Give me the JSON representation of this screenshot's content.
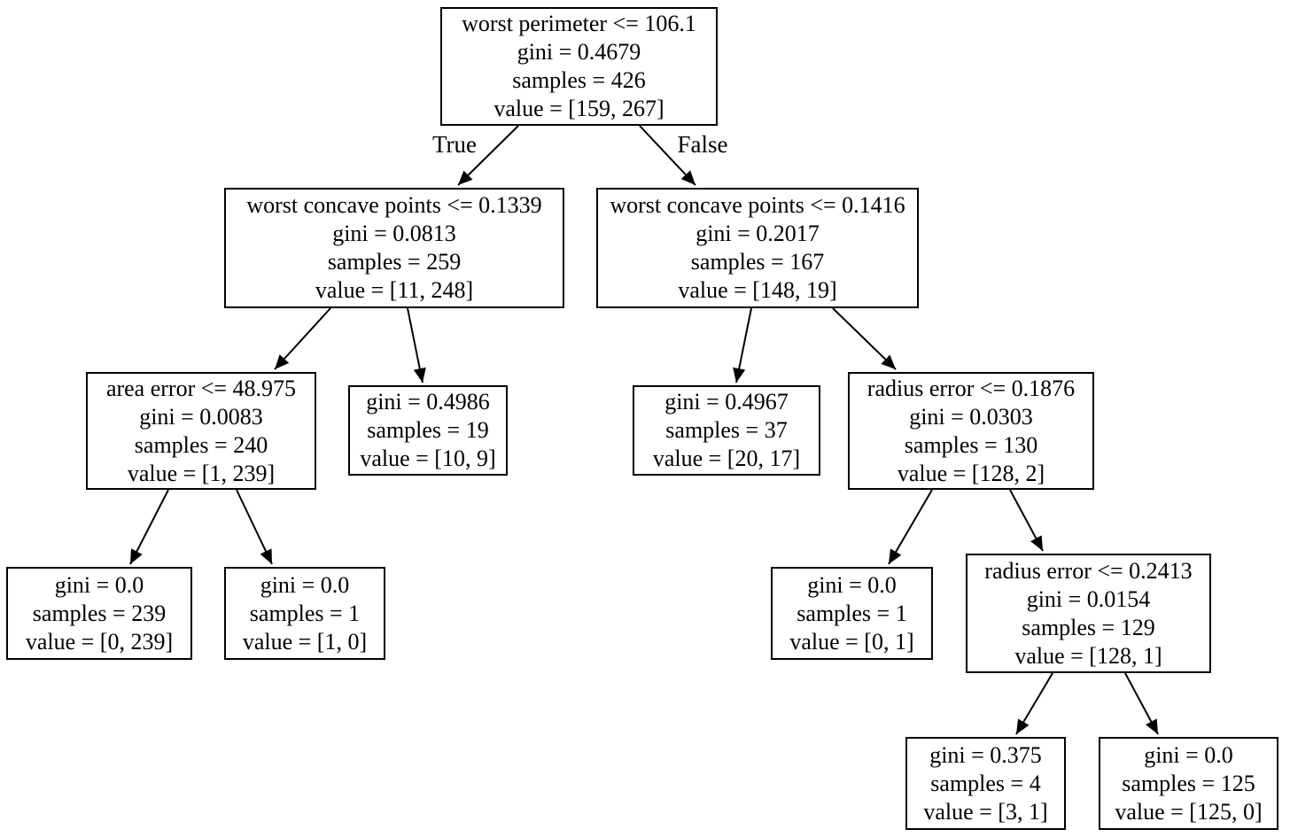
{
  "tree": {
    "type": "decision-tree",
    "edge_labels": {
      "true_label": "True",
      "false_label": "False"
    },
    "colors": {
      "background": "#ffffff",
      "node_border": "#000000",
      "text": "#000000",
      "edge": "#000000"
    },
    "nodes": [
      {
        "id": "root",
        "condition": "worst perimeter <= 106.1",
        "gini": "gini = 0.4679",
        "samples": "samples = 426",
        "value": "value = [159, 267]",
        "children": [
          "l",
          "r"
        ]
      },
      {
        "id": "l",
        "condition": "worst concave points <= 0.1339",
        "gini": "gini = 0.0813",
        "samples": "samples = 259",
        "value": "value = [11, 248]",
        "children": [
          "ll",
          "lr"
        ]
      },
      {
        "id": "r",
        "condition": "worst concave points <= 0.1416",
        "gini": "gini = 0.2017",
        "samples": "samples = 167",
        "value": "value = [148, 19]",
        "children": [
          "rl",
          "rr"
        ]
      },
      {
        "id": "ll",
        "condition": "area error <= 48.975",
        "gini": "gini = 0.0083",
        "samples": "samples = 240",
        "value": "value = [1, 239]",
        "children": [
          "lll",
          "llr"
        ]
      },
      {
        "id": "lr",
        "gini": "gini = 0.4986",
        "samples": "samples = 19",
        "value": "value = [10, 9]",
        "children": []
      },
      {
        "id": "rl",
        "gini": "gini = 0.4967",
        "samples": "samples = 37",
        "value": "value = [20, 17]",
        "children": []
      },
      {
        "id": "rr",
        "condition": "radius error <= 0.1876",
        "gini": "gini = 0.0303",
        "samples": "samples = 130",
        "value": "value = [128, 2]",
        "children": [
          "rrl",
          "rrr"
        ]
      },
      {
        "id": "lll",
        "gini": "gini = 0.0",
        "samples": "samples = 239",
        "value": "value = [0, 239]",
        "children": []
      },
      {
        "id": "llr",
        "gini": "gini = 0.0",
        "samples": "samples = 1",
        "value": "value = [1, 0]",
        "children": []
      },
      {
        "id": "rrl",
        "gini": "gini = 0.0",
        "samples": "samples = 1",
        "value": "value = [0, 1]",
        "children": []
      },
      {
        "id": "rrr",
        "condition": "radius error <= 0.2413",
        "gini": "gini = 0.0154",
        "samples": "samples = 129",
        "value": "value = [128, 1]",
        "children": [
          "rrrl",
          "rrrr"
        ]
      },
      {
        "id": "rrrl",
        "gini": "gini = 0.375",
        "samples": "samples = 4",
        "value": "value = [3, 1]",
        "children": []
      },
      {
        "id": "rrrr",
        "gini": "gini = 0.0",
        "samples": "samples = 125",
        "value": "value = [125, 0]",
        "children": []
      }
    ]
  }
}
